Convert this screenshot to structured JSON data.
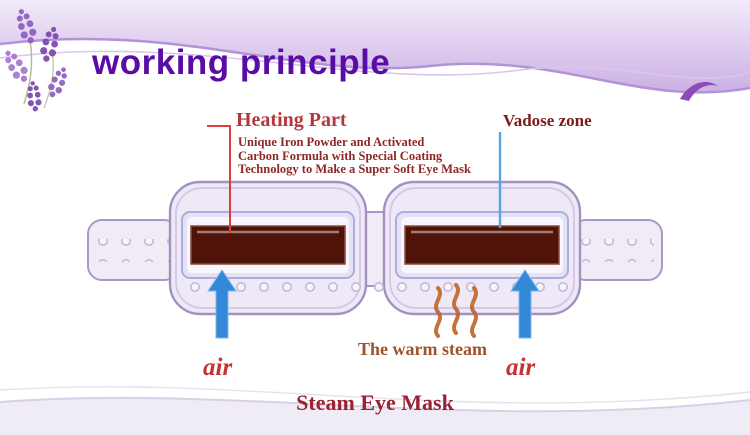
{
  "header": {
    "title": "working principle"
  },
  "diagram": {
    "heating_part": {
      "label": "Heating Part",
      "description_lines": [
        "Unique Iron Powder and Activated",
        "Carbon Formula with Special Coating",
        "Technology to Make a Super Soft Eye Mask"
      ]
    },
    "vadose_zone_label": "Vadose zone",
    "warm_steam_label": "The warm steam",
    "air_left_label": "air",
    "air_right_label": "air",
    "caption": "Steam Eye Mask"
  },
  "colors": {
    "title_purple": "#5a0da6",
    "label_red": "#b5373c",
    "desc_red": "#8f2727",
    "vadose_red": "#7d1a1a",
    "steam_text_brown": "#a0522d",
    "air_red": "#c63232",
    "caption_red": "#992235",
    "arrow_blue": "#3388d8",
    "steam_orange": "#bf6428",
    "leader_red": "#e23b3b",
    "leader_blue": "#56a5e6"
  }
}
